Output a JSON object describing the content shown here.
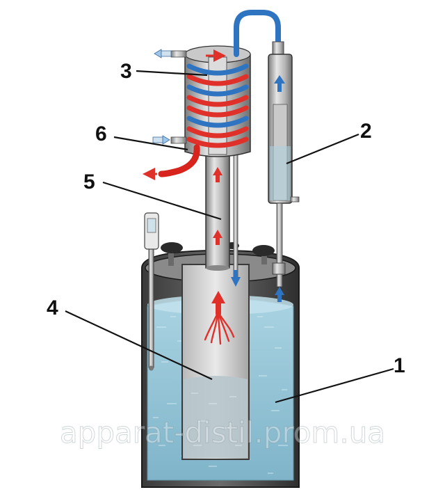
{
  "diagram": {
    "labels": [
      {
        "id": "1",
        "text": "1"
      },
      {
        "id": "2",
        "text": "2"
      },
      {
        "id": "3",
        "text": "3"
      },
      {
        "id": "4",
        "text": "4"
      },
      {
        "id": "5",
        "text": "5"
      },
      {
        "id": "6",
        "text": "6"
      }
    ],
    "watermark": "apparat-distil.prom.ua",
    "colors": {
      "liquid": "#8fc3d6",
      "steel": "#b9b9b9",
      "hot": "#e0302a",
      "cold": "#2f74c0",
      "outline": "#222222"
    }
  }
}
